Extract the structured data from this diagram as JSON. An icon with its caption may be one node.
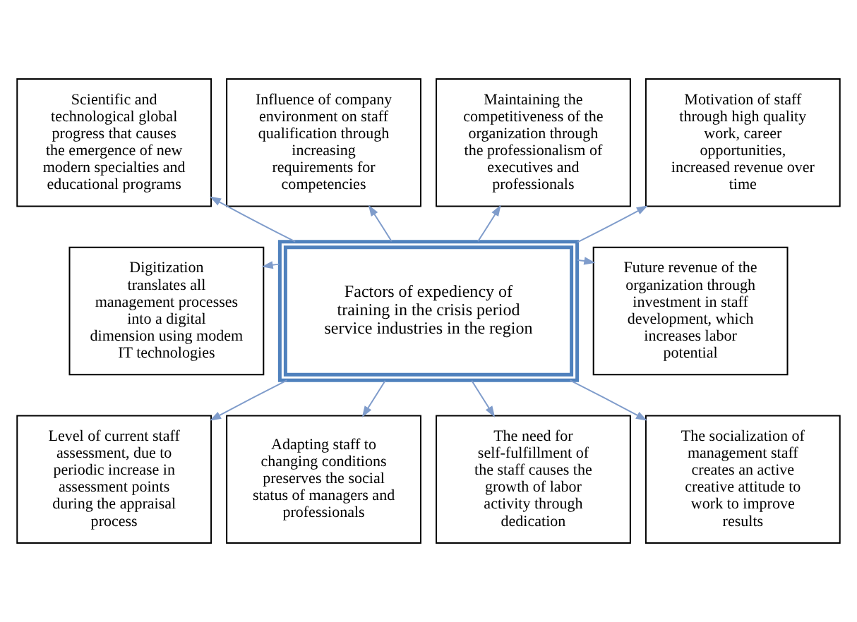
{
  "diagram": {
    "nodes": [
      {
        "text": [
          "Scientific and technological global progress that causes the emergence of new modern specialties and educational programs"
        ]
      },
      {
        "text": [
          "Influence of company environment on staff qualification through increasing requirements for competencies"
        ]
      },
      {
        "text": [
          "Maintaining the competitiveness of the organization through the professionalism of executives and professionals"
        ]
      },
      {
        "text": [
          "Motivation of staff through high quality work, career opportunities, increased revenue over time"
        ]
      },
      {
        "text": [
          "Digitization translates all management processes into a digital dimension using modem IT technologies"
        ]
      },
      {
        "text": [
          "Factors of expediency of training in the crisis period service industries in the region"
        ]
      },
      {
        "text": [
          "Future revenue of the organization through investment in staff development, which increases labor potential"
        ]
      },
      {
        "text": [
          "Level of current staff assessment, due to periodic increase in assessment points during the appraisal process"
        ]
      },
      {
        "text": [
          "Adapting staff to changing conditions preserves the social status of managers and professionals"
        ]
      },
      {
        "text": [
          "The need for self-fulfillment of the staff causes the growth of labor activity through dedication"
        ]
      },
      {
        "text": [
          "The socialization of management staff creates an active creative attitude to work to improve results"
        ]
      }
    ],
    "edges": [
      {
        "from": 5,
        "to": 0,
        "arrow": "to"
      },
      {
        "from": 5,
        "to": 1,
        "arrow": "to"
      },
      {
        "from": 5,
        "to": 2,
        "arrow": "to"
      },
      {
        "from": 5,
        "to": 3,
        "arrow": "to"
      },
      {
        "from": 5,
        "to": 4,
        "arrow": "to"
      },
      {
        "from": 5,
        "to": 6,
        "arrow": "to"
      },
      {
        "from": 5,
        "to": 7,
        "arrow": "to"
      },
      {
        "from": 5,
        "to": 8,
        "arrow": "to"
      },
      {
        "from": 5,
        "to": 9,
        "arrow": "to"
      },
      {
        "from": 5,
        "to": 10,
        "arrow": "to"
      }
    ]
  }
}
